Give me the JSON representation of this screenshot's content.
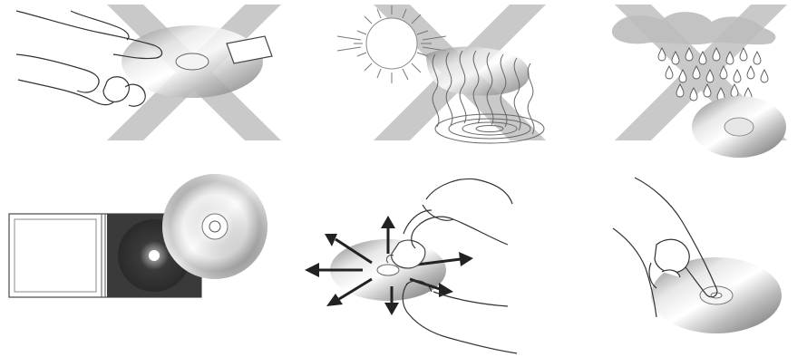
{
  "title": "",
  "colors": {
    "cross": "#c9c9c9",
    "line": "#333333",
    "arrow": "#222222",
    "case_dark": "#3a3a3a",
    "disc_light": "#f2f2f2",
    "disc_mid": "#b5b5b5",
    "disc_dark": "#6f6f6f"
  },
  "panels": [
    {
      "id": "no-touching-surface",
      "prohibited": true,
      "icon": "hand-touching-disc-with-sticker"
    },
    {
      "id": "no-heat-or-sun",
      "prohibited": true,
      "icon": "sun-and-heat-waves"
    },
    {
      "id": "no-moisture",
      "prohibited": true,
      "icon": "rain-cloud-over-disc"
    },
    {
      "id": "store-in-case",
      "prohibited": false,
      "icon": "disc-and-jewel-case"
    },
    {
      "id": "wipe-center-outward",
      "prohibited": false,
      "icon": "cloth-wiping-disc-radially"
    },
    {
      "id": "hold-by-edge-and-hole",
      "prohibited": false,
      "icon": "finger-in-center-hole"
    }
  ]
}
